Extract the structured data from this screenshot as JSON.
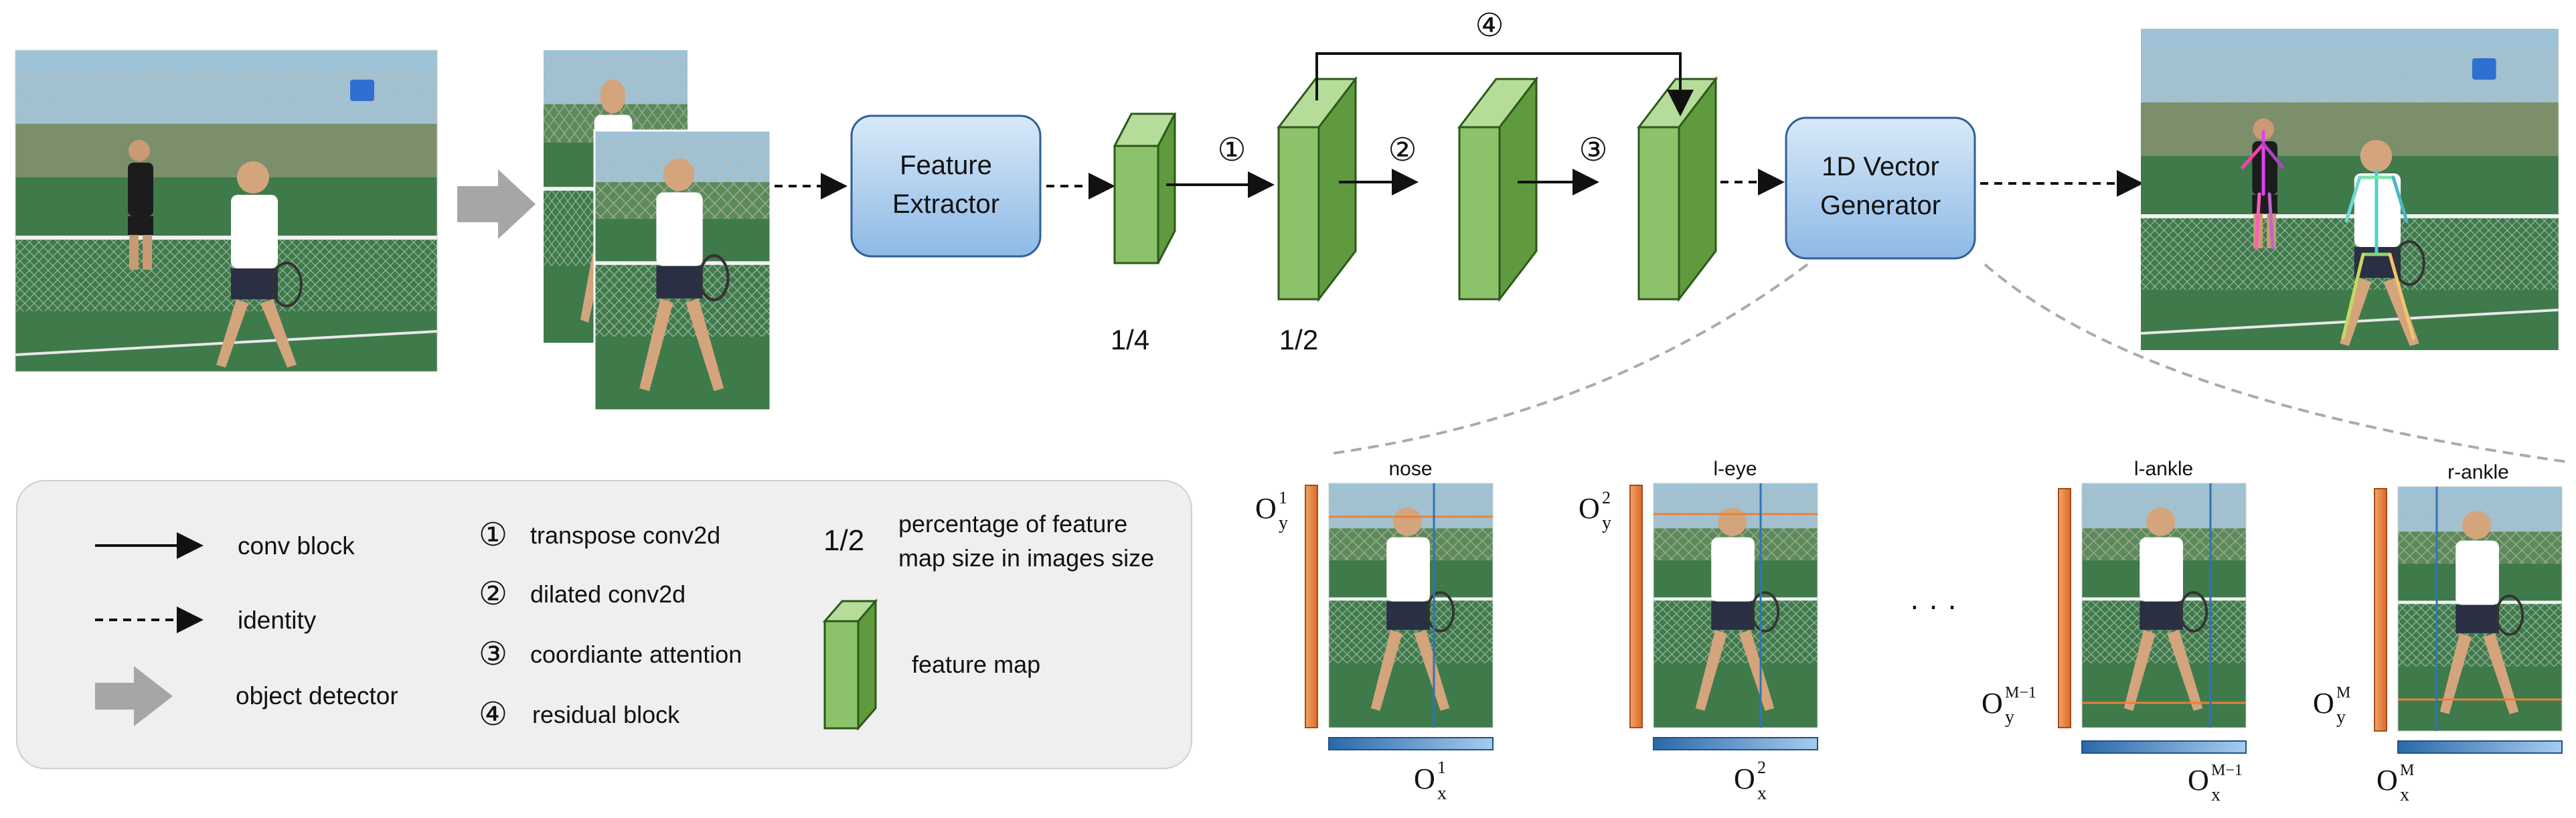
{
  "pipeline": {
    "feature_extractor": [
      "Feature",
      "Extractor"
    ],
    "vector_generator": [
      "1D Vector",
      "Generator"
    ],
    "step_markers": [
      "①",
      "②",
      "③",
      "④"
    ],
    "scale_labels": [
      "1/4",
      "1/2"
    ]
  },
  "legend": {
    "conv_block": "conv block",
    "identity": "identity",
    "object_detector": "object detector",
    "marker_1": "①",
    "label_1": "transpose conv2d",
    "marker_2": "②",
    "label_2": "dilated conv2d",
    "marker_3": "③",
    "label_3": "coordiante attention",
    "marker_4": "④",
    "label_4": "residual block",
    "ratio_symbol": "1/2",
    "ratio_desc": [
      "percentage of feature",
      "map size in images size"
    ],
    "feature_map": "feature map"
  },
  "outputs": {
    "ellipsis": "· · ·",
    "panels": [
      {
        "label": "nose",
        "oy_sup": "1",
        "ox_sup": "1"
      },
      {
        "label": "l-eye",
        "oy_sup": "2",
        "ox_sup": "2"
      },
      {
        "label": "l-ankle",
        "oy_sup": "M−1",
        "ox_sup": "M−1"
      },
      {
        "label": "r-ankle",
        "oy_sup": "M",
        "ox_sup": "M"
      }
    ],
    "o_symbol": "O",
    "y_sub": "y",
    "x_sub": "x"
  },
  "colors": {
    "box_fill_top": "#cfe3f7",
    "box_fill_bottom": "#8fbbe6",
    "box_stroke": "#2f5f96",
    "map_front": "#8cc36a",
    "map_side": "#5f9a3e",
    "map_top": "#b5dc99",
    "map_stroke": "#2c5a1a",
    "gray_arrow": "#a6a6a6",
    "legend_bg": "#efefef",
    "bar_y": "#e8823a",
    "bar_x": "#2f74b5",
    "court": "#3f7a4b",
    "shirt": "#ffffff",
    "dark_shirt": "#1c1c1c"
  }
}
